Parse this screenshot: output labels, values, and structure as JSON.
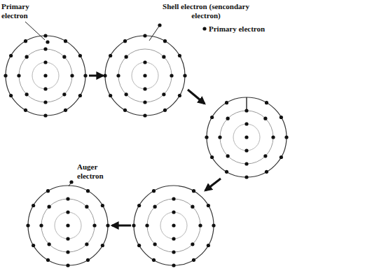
{
  "diagram": {
    "labels": [
      "Primary electron",
      "Shell electron (sencondary electron)",
      "Primary electron",
      "Auger electron"
    ]
  }
}
